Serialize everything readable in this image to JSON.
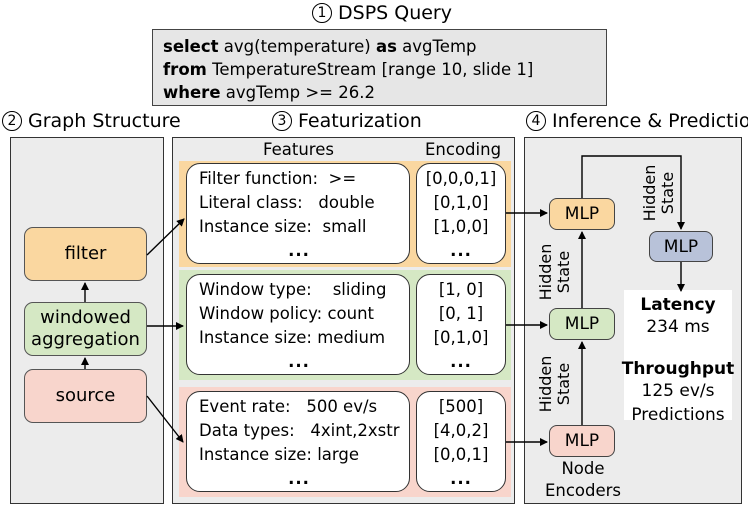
{
  "sections": {
    "query": {
      "num": "1",
      "title": "DSPS Query"
    },
    "graph": {
      "num": "2",
      "title": "Graph Structure"
    },
    "featurization": {
      "num": "3",
      "title": "Featurization"
    },
    "inference": {
      "num": "4",
      "title": "Inference & Prediction"
    }
  },
  "query": {
    "line1_kw": "select",
    "line1_rest": " avg(temperature) ",
    "line1_kw2": "as",
    "line1_rest2": " avgTemp",
    "line2_kw": "from",
    "line2_rest": " TemperatureStream [range 10, slide 1]",
    "line3_kw": "where",
    "line3_rest": " avgTemp >= 26.2"
  },
  "graph": {
    "filter": "filter",
    "windowed_line1": "windowed",
    "windowed_line2": "aggregation",
    "source": "source"
  },
  "featurization": {
    "features_header": "Features",
    "encoding_header": "Encoding",
    "filter_rows": [
      "Filter function:  >=",
      "Literal class:   double",
      "Instance size:  small",
      "..."
    ],
    "filter_enc": [
      "[0,0,0,1]",
      "[0,1,0]",
      "[1,0,0]",
      "..."
    ],
    "window_rows": [
      "Window type:    sliding",
      "Window policy: count",
      "Instance size: medium",
      "..."
    ],
    "window_enc": [
      "[1, 0]",
      "[0, 1]",
      "[0,1,0]",
      "..."
    ],
    "source_rows": [
      "Event rate:   500 ev/s",
      "Data types:   4xint,2xstr",
      "Instance size: large",
      "..."
    ],
    "source_enc": [
      "[500]",
      "[4,0,2]",
      "[0,0,1]",
      "..."
    ]
  },
  "inference": {
    "mlp": "MLP",
    "hidden1": "Hidden",
    "hidden2": "State",
    "latency_label": "Latency",
    "latency_value": "234 ms",
    "throughput_label": "Throughput",
    "throughput_value": "125 ev/s",
    "predictions": "Predictions",
    "node_enc1": "Node",
    "node_enc2": "Encoders"
  },
  "colors": {
    "orange": "#fad7a0",
    "green": "#d5e8c4",
    "pink": "#f8d5cc",
    "slate": "#b8c2d9",
    "panel": "#ececec"
  }
}
